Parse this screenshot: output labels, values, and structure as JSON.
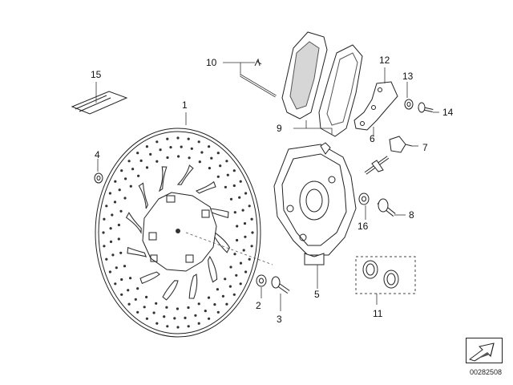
{
  "callouts": [
    {
      "id": "1",
      "label": "1"
    },
    {
      "id": "2",
      "label": "2"
    },
    {
      "id": "3",
      "label": "3"
    },
    {
      "id": "4",
      "label": "4"
    },
    {
      "id": "5",
      "label": "5"
    },
    {
      "id": "6",
      "label": "6"
    },
    {
      "id": "7",
      "label": "7"
    },
    {
      "id": "8",
      "label": "8"
    },
    {
      "id": "9",
      "label": "9"
    },
    {
      "id": "10",
      "label": "10"
    },
    {
      "id": "11",
      "label": "11"
    },
    {
      "id": "12",
      "label": "12"
    },
    {
      "id": "13",
      "label": "13"
    },
    {
      "id": "14",
      "label": "14"
    },
    {
      "id": "15",
      "label": "15"
    },
    {
      "id": "16",
      "label": "16"
    }
  ],
  "document_number": "00282508",
  "icons": {
    "navigation": "page-nav-arrow-icon"
  }
}
